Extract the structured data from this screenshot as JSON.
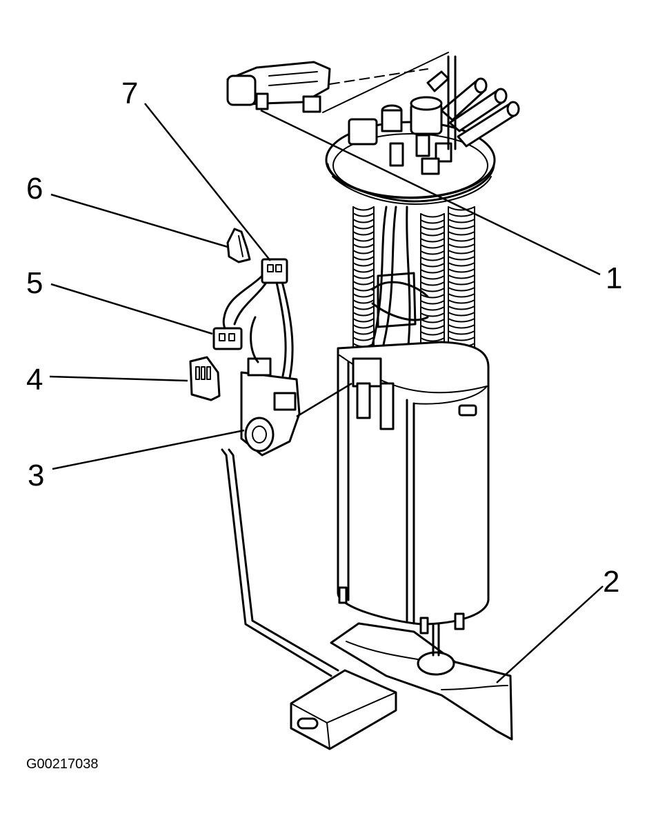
{
  "diagram": {
    "figure_id": "G00217038",
    "callouts": [
      {
        "id": "1",
        "label": "1"
      },
      {
        "id": "2",
        "label": "2"
      },
      {
        "id": "3",
        "label": "3"
      },
      {
        "id": "4",
        "label": "4"
      },
      {
        "id": "5",
        "label": "5"
      },
      {
        "id": "6",
        "label": "6"
      },
      {
        "id": "7",
        "label": "7"
      }
    ]
  }
}
